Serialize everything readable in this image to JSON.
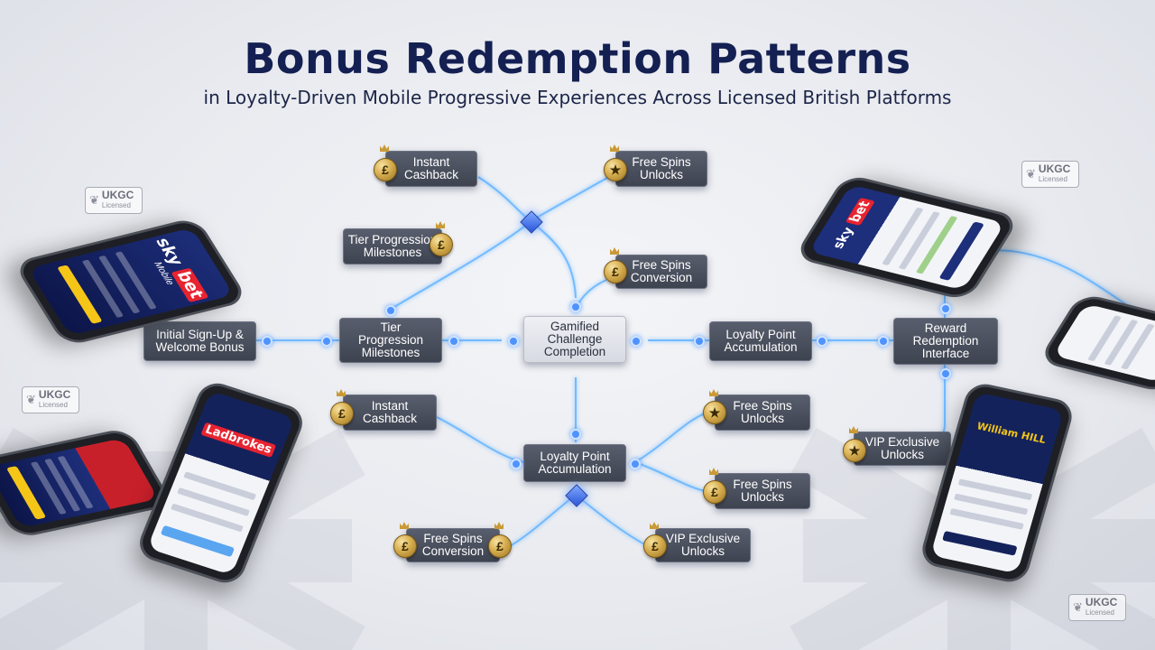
{
  "title": "Bonus Redemption Patterns",
  "subtitle": "in Loyalty-Driven Mobile Progressive Experiences Across Licensed British Platforms",
  "colors": {
    "title": "#142052",
    "node_bg": "#474c59",
    "link_glow": "#66b5ff",
    "coin_gold": "#d6ad4f",
    "hub_blue": "#2b55d8"
  },
  "nodes": {
    "signup": "Initial Sign-Up &\nWelcome Bonus",
    "tier_center": "Tier\nProgression\nMilestones",
    "gamified": "Gamified\nChallenge\nCompletion",
    "loyalty_center": "Loyalty Point\nAccumulation",
    "reward": "Reward\nRedemption\nInterface",
    "cashback_top": "Instant\nCashback",
    "freespins_unlock_top": "Free Spins\nUnlocks",
    "tier_upper": "Tier Progression\nMilestones",
    "freespins_conv_mid": "Free Spins\nConversion",
    "cashback_mid": "Instant\nCashback",
    "loyalty_lower": "Loyalty Point\nAccumulation",
    "freespins_unlock_right1": "Free Spins\nUnlocks",
    "freespins_unlock_right2": "Free Spins\nUnlocks",
    "vip_right": "VIP Exclusive\nUnlocks",
    "freespins_conv_bottom": "Free Spins\nConversion",
    "vip_bottom": "VIP Exclusive\nUnlocks"
  },
  "icons": {
    "coin_symbol": "£",
    "star_symbol": "★",
    "wreath_symbol": "❦"
  },
  "badges": {
    "line1": "UKGC",
    "line2": "Licensed"
  },
  "phones": {
    "skybet_brand": "sky",
    "skybet_accent": "bet",
    "skybet_sub": "Mobile",
    "ladbrokes_brand": "Ladbrokes",
    "williamhill_brand": "William HILL"
  }
}
